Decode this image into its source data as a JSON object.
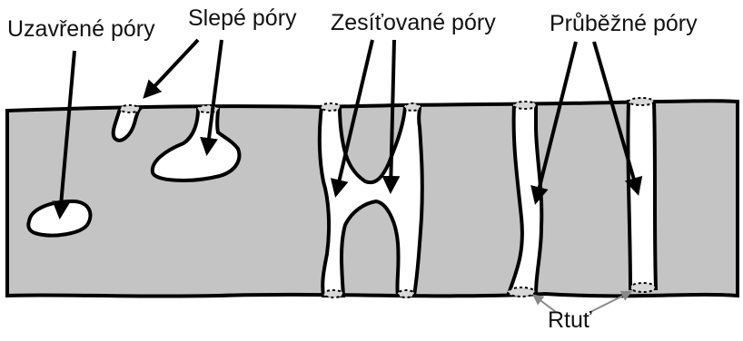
{
  "labels": {
    "closed_pores": "Uzavřené póry",
    "blind_pores": "Slepé póry",
    "crosslinked_pores": "Zesíťované póry",
    "through_pores": "Průběžné póry",
    "mercury": "Rtuť"
  },
  "colors": {
    "material_fill": "#c4c4c4",
    "pore_fill": "#ffffff",
    "outline": "#000000",
    "mercury_meniscus": "#d8d8d8",
    "pointer_arrow": "#888888"
  }
}
